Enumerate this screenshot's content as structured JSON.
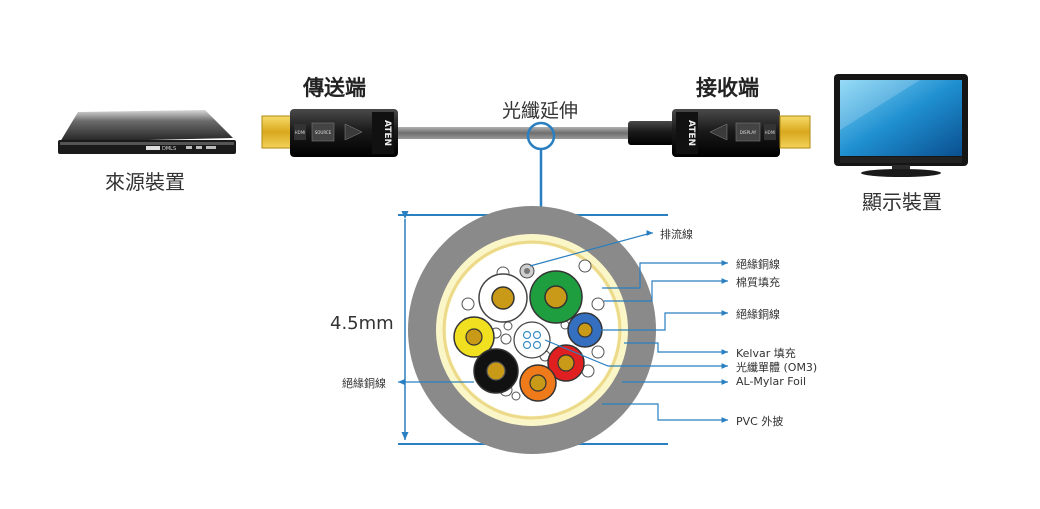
{
  "transmitter": {
    "label": "傳送端"
  },
  "receiver": {
    "label": "接收端"
  },
  "fiber_extension": {
    "label": "光纖延伸"
  },
  "source_device": {
    "label": "來源裝置",
    "panel_text": "DMLS"
  },
  "display_device": {
    "label": "顯示裝置"
  },
  "cable_brand": "ATEN",
  "connector_marks": {
    "hdmi": "HDMI",
    "source": "SOURCE",
    "display": "DISPLAY"
  },
  "diameter": {
    "label": "4.5mm"
  },
  "callouts": {
    "drain": "排流線",
    "insulated_copper_1": "絕緣銅線",
    "cotton_filler": "棉質填充",
    "insulated_copper_2": "絕緣銅線",
    "kevlar_filler": "Kelvar 填充",
    "fiber_om3": "光纖單體 (OM3)",
    "al_mylar": "AL-Mylar Foil",
    "pvc_jacket": "PVC 外披",
    "insulated_copper_left": "絕緣銅線"
  },
  "colors": {
    "accent_blue": "#2a7fc0",
    "connector_gold": "#e8c23a",
    "jacket_gray": "#8a8a8a",
    "foil_yellow": "#f4eeb0"
  }
}
